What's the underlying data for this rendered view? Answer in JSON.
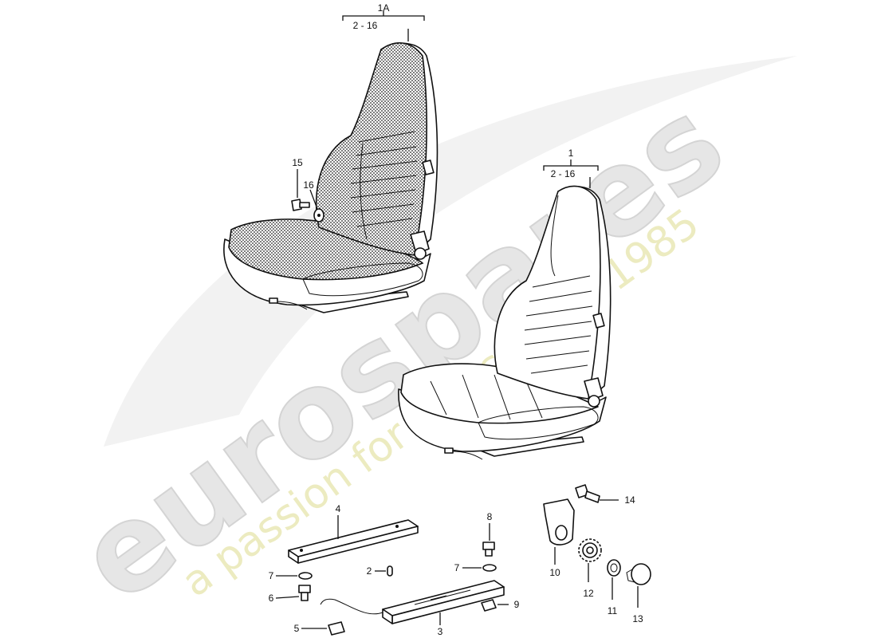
{
  "watermark": {
    "brand": "eurospares",
    "tagline": "a passion for parts since 1985"
  },
  "callouts": {
    "seat_left": {
      "top": "1A",
      "range": "2 - 16"
    },
    "seat_right": {
      "top": "1",
      "range": "2 - 16"
    },
    "p2": "2",
    "p3": "3",
    "p4": "4",
    "p5": "5",
    "p6": "6",
    "p7a": "7",
    "p7b": "7",
    "p8": "8",
    "p9": "9",
    "p10": "10",
    "p11": "11",
    "p12": "12",
    "p13": "13",
    "p14": "14",
    "p15": "15",
    "p16": "16"
  },
  "colors": {
    "ink": "#111111",
    "watermark_grey": "#e3e3e3",
    "watermark_yellow": "#ecebc0"
  }
}
